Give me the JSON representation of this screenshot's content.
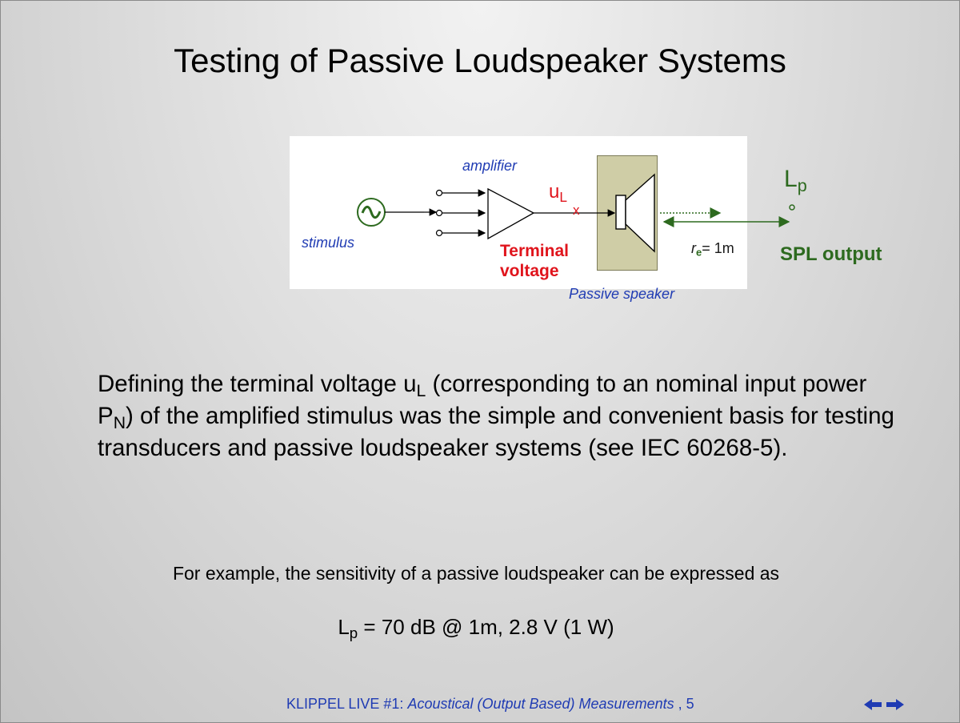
{
  "title": "Testing of Passive Loudspeaker Systems",
  "diagram": {
    "amplifier_label": "amplifier",
    "stimulus_label": "stimulus",
    "voltage_symbol": "u",
    "voltage_sub": "L",
    "marker": "x",
    "terminal_label_line1": "Terminal",
    "terminal_label_line2": "voltage",
    "speaker_label": "Passive speaker",
    "distance_symbol": "r",
    "distance_sub": "e",
    "distance_value": "= 1m",
    "lp_symbol": "L",
    "lp_sub": "p",
    "spl_label": "SPL output",
    "colors": {
      "blue": "#1f3bb3",
      "red": "#e0141c",
      "green": "#2d6a1f",
      "speaker_fill": "#cfcda6"
    }
  },
  "body": {
    "part1": "Defining the terminal voltage u",
    "sub1": "L",
    "part2": " (corresponding to an nominal input power P",
    "sub2": "N",
    "part3": ") of the amplified stimulus was the simple and convenient basis for testing transducers and passive loudspeaker systems (see IEC 60268-5)."
  },
  "example": "For example, the sensitivity of a passive loudspeaker can be expressed as",
  "formula": {
    "symbol": "L",
    "sub": "p",
    "rest": " = 70 dB @ 1m, 2.8 V (1 W)"
  },
  "footer": {
    "prefix": "KLIPPEL LIVE  #1: ",
    "italic": "Acoustical (Output Based) Measurements",
    "suffix": " , 5"
  },
  "nav": {
    "prev_icon": "arrow-left-icon",
    "next_icon": "arrow-right-icon"
  }
}
